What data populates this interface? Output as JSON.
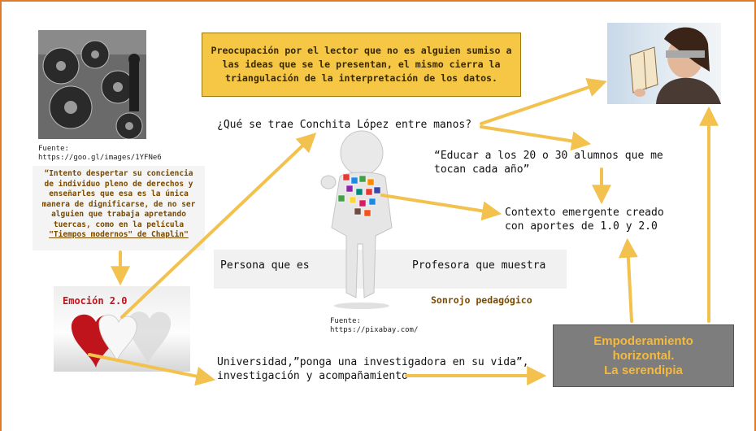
{
  "factory_caption": {
    "label": "Fuente:",
    "url": "https://goo.gl/images/1YFNe6"
  },
  "pixabay_caption": {
    "label": "Fuente:",
    "url": "https://pixabay.com/"
  },
  "top_box": {
    "text": "Preocupación por el lector que no es alguien sumiso a las ideas que se le presentan, el mismo cierra la triangulación de la interpretación de los datos."
  },
  "quote": {
    "text": "“Intento despertar su conciencia de individuo pleno de derechos y enseñarles que esa es la única manera de dignificarse, de no ser alguien que trabaja apretando tuercas, como en la película",
    "film": "\"Tiempos modernos\" de Chaplin\""
  },
  "emocion": {
    "label": "Emoción 2.0"
  },
  "question": {
    "text": "¿Qué se trae Conchita López entre manos?"
  },
  "educar": {
    "line1": "“Educar a los 20 o 30 alumnos que me",
    "line2": "tocan cada año”"
  },
  "contexto": {
    "line1": "Contexto emergente creado",
    "line2": "con aportes de 1.0 y 2.0"
  },
  "persona": {
    "left": "Persona que es",
    "right": "Profesora que muestra"
  },
  "sonrojo": {
    "text": "Sonrojo pedagógico"
  },
  "universidad": {
    "line1": "Universidad,”ponga una investigadora en su vida”,",
    "line2": "investigación y acompañamiento"
  },
  "empoderamiento": {
    "line1": "Empoderamiento",
    "line2": "horizontal.",
    "line3": "La serendipia"
  },
  "colors": {
    "accent": "#f2c14e",
    "frame": "#e07b2a",
    "box_yellow": "#f6c744",
    "box_gray": "#7d7d7d",
    "emphasis_text": "#f6b93b",
    "emocion_red": "#c0141c"
  }
}
